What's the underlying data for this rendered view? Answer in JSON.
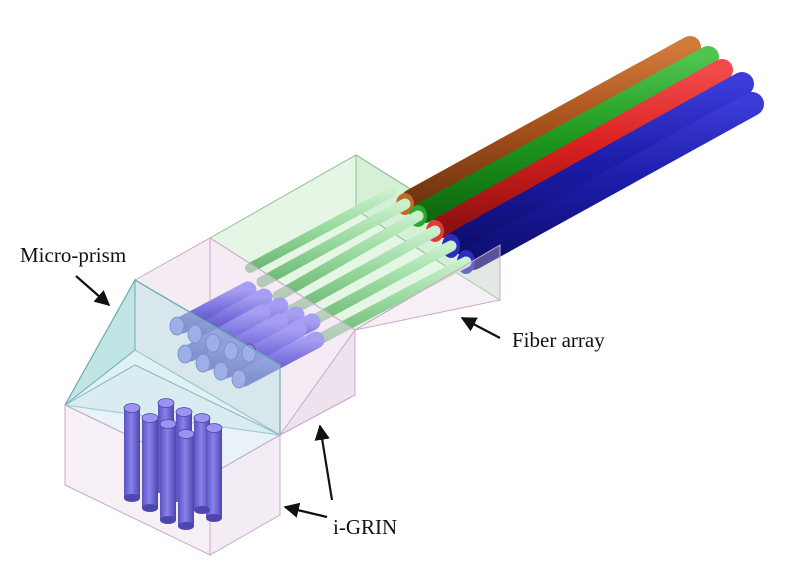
{
  "labels": {
    "micro_prism": "Micro-prism",
    "fiber_array": "Fiber array",
    "i_grin": "i-GRIN"
  },
  "colors": {
    "fiber_brown": "#a8521c",
    "fiber_green": "#1f9a1f",
    "fiber_red": "#d81f1f",
    "fiber_blue": "#1c1ca8",
    "fiber_core": "#9fdca4",
    "grin_rod": "#7c74e0",
    "housing_green": "#cfeed0",
    "housing_pink": "#ecdbec",
    "prism_cyan": "#b4e2e2"
  }
}
